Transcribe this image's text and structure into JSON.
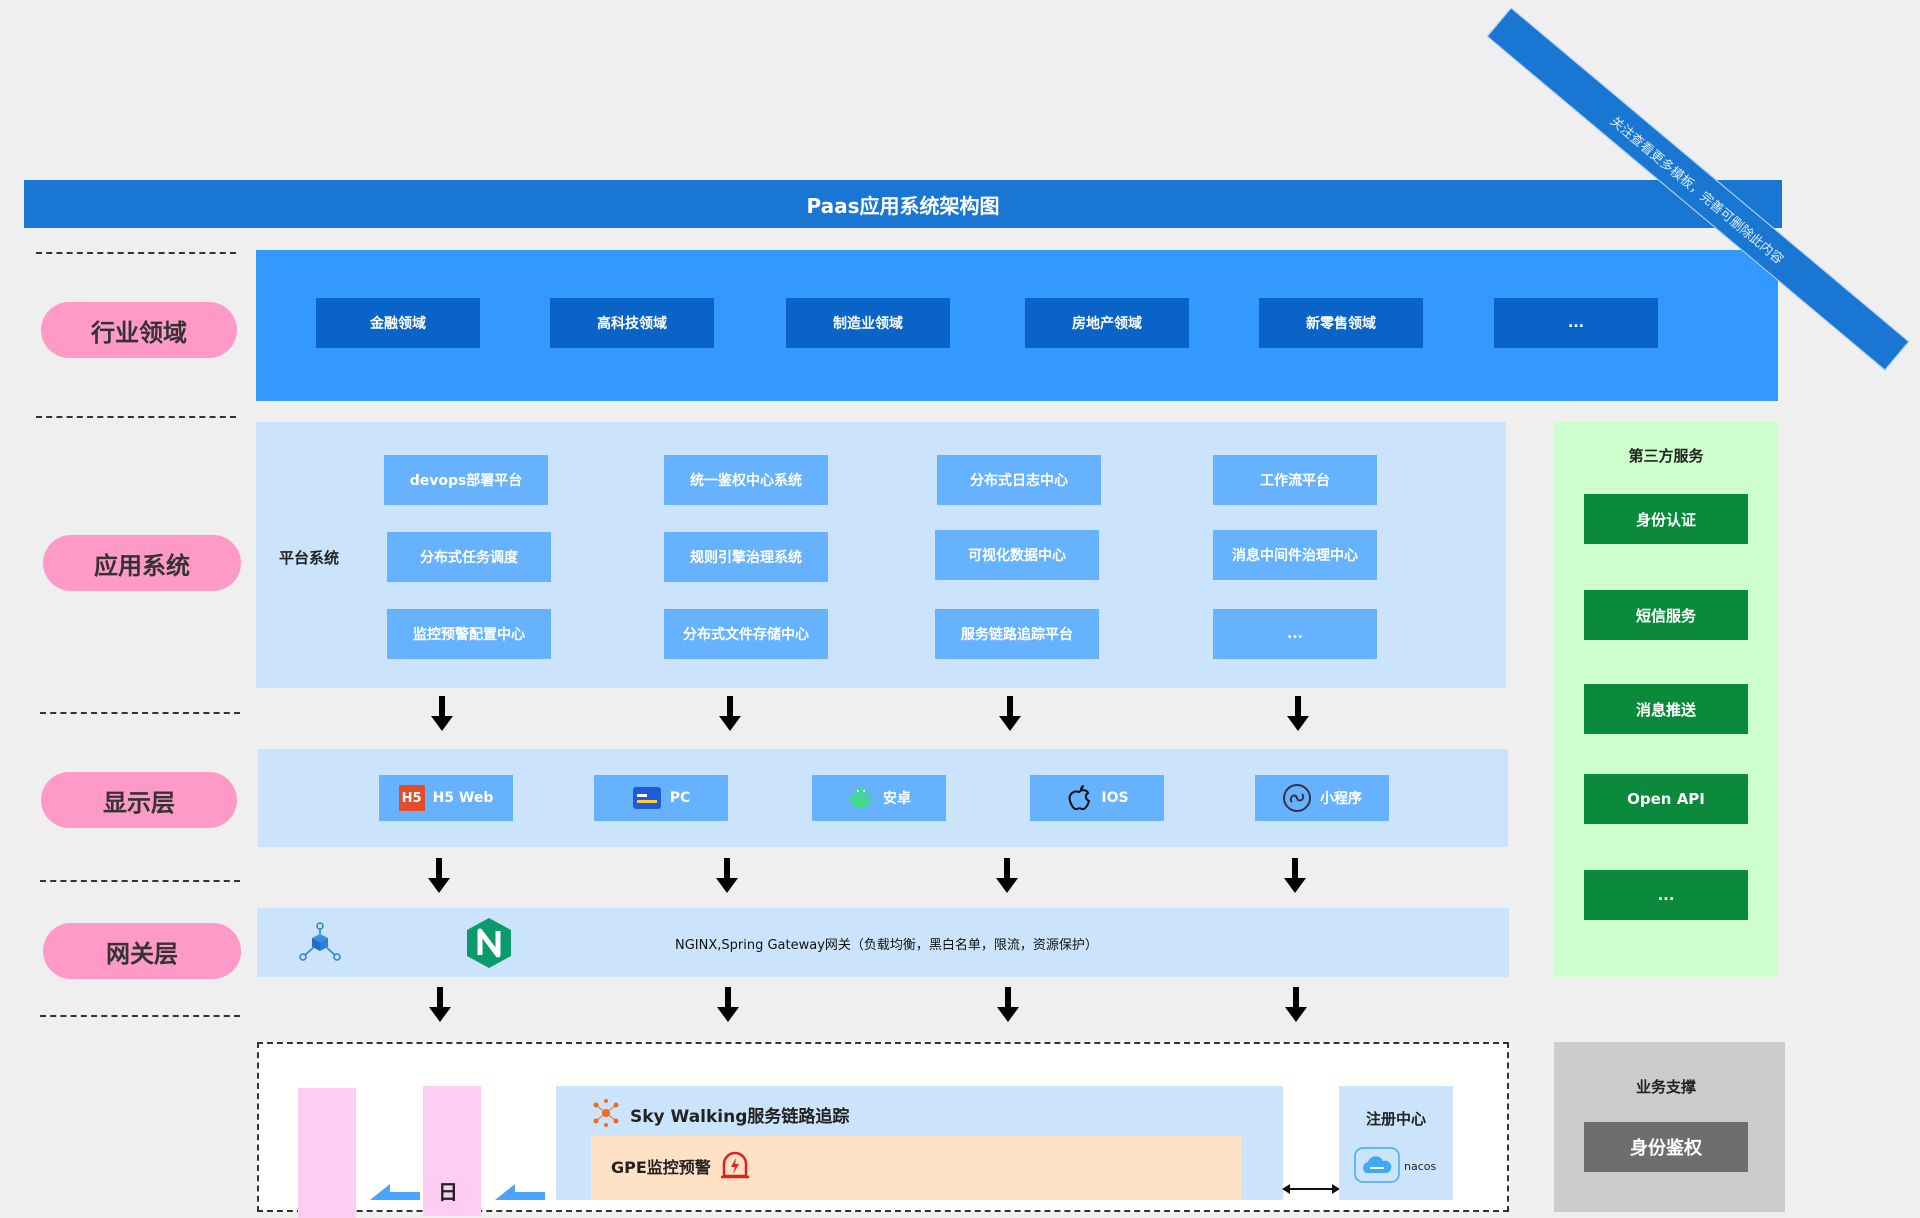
{
  "title": "Paas应用系统架构图",
  "watermark": "关注查看更多模板，完善可删除此内容",
  "layers": {
    "industry": "行业领域",
    "app": "应用系统",
    "display": "显示层",
    "gateway": "网关层"
  },
  "industry_items": [
    "金融领域",
    "高科技领域",
    "制造业领域",
    "房地产领域",
    "新零售领域",
    "..."
  ],
  "platform": {
    "label": "平台系统",
    "items": [
      "devops部署平台",
      "统一鉴权中心系统",
      "分布式日志中心",
      "工作流平台",
      "分布式任务调度",
      "规则引擎治理系统",
      "可视化数据中心",
      "消息中间件治理中心",
      "监控预警配置中心",
      "分布式文件存储中心",
      "服务链路追踪平台",
      "..."
    ]
  },
  "third_party": {
    "title": "第三方服务",
    "items": [
      "身份认证",
      "短信服务",
      "消息推送",
      "Open API",
      "..."
    ]
  },
  "display_items": [
    "H5 Web",
    "PC",
    "安卓",
    "IOS",
    "小程序"
  ],
  "gateway_text": "NGINX,Spring Gateway网关（负载均衡，黑白名单，限流，资源保护）",
  "bottom": {
    "skywalking": "Sky Walking服务链路追踪",
    "gpe": "GPE监控预警",
    "registry_title": "注册中心",
    "nacos": "nacos",
    "log_char": "日"
  },
  "business": {
    "title": "业务支撑",
    "item": "身份鉴权"
  },
  "colors": {
    "title_bar": "#1976d2",
    "industry_panel": "#3399ff",
    "industry_button": "#0a64c8",
    "light_panel": "#cce4fb",
    "mid_button": "#66b2ff",
    "green_panel": "#ccffcc",
    "green_button": "#0b8a3c",
    "pill": "#ff99c8",
    "gray_panel": "#cccccc"
  }
}
